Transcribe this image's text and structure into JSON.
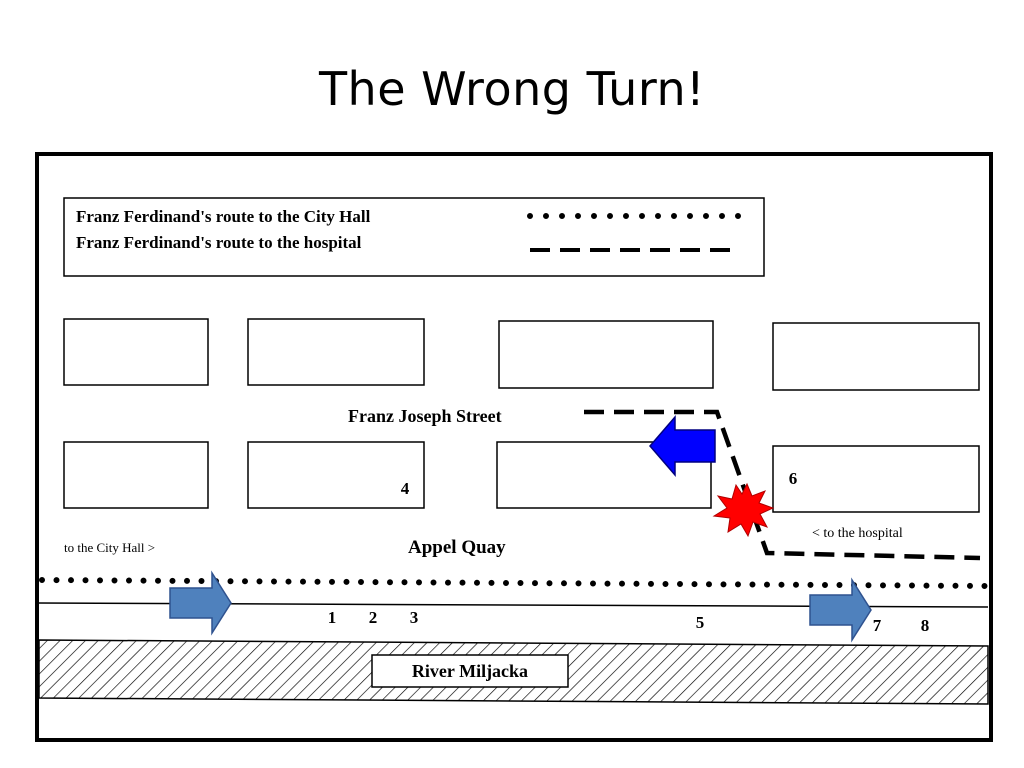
{
  "slide": {
    "title": "The Wrong Turn!"
  },
  "legend": {
    "city_hall_route": "Franz Ferdinand's route to the City Hall",
    "hospital_route": "Franz Ferdinand's route to the hospital"
  },
  "streets": {
    "franz_joseph": "Franz Joseph Street",
    "appel_quay": "Appel Quay",
    "river": "River Miljacka"
  },
  "directions": {
    "to_city_hall": "to the City Hall  >",
    "to_hospital": "<  to the hospital"
  },
  "markers": [
    "1",
    "2",
    "3",
    "4",
    "5",
    "6",
    "7",
    "8"
  ],
  "colors": {
    "forward_arrow": "#4f81bd",
    "wrong_turn_arrow": "#0000ff",
    "explosion": "#ff0000",
    "ink": "#000000"
  }
}
